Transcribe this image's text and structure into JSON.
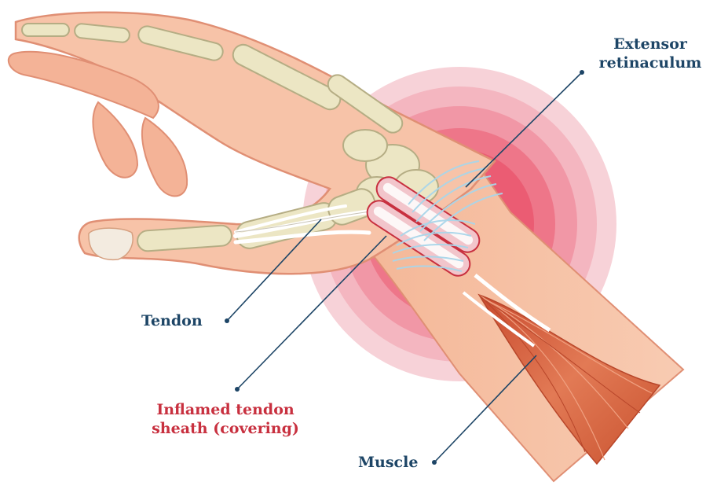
{
  "labels": {
    "extensor_line1": "Extensor",
    "extensor_line2": "retinaculum",
    "tendon": "Tendon",
    "inflamed_line1": "Inflamed tendon",
    "inflamed_line2": "sheath (covering)",
    "muscle": "Muscle"
  },
  "colors": {
    "label_navy": "#1d4566",
    "label_red": "#c8303f",
    "skin": "#f6c2a6",
    "skin_outline": "#e08f74",
    "bone": "#ece6c4",
    "bone_outline": "#b5ad84",
    "muscle": "#d9663f",
    "inflammation": "#e9506a",
    "tendon": "#ffffff",
    "retinaculum": "#a9d6ea"
  }
}
